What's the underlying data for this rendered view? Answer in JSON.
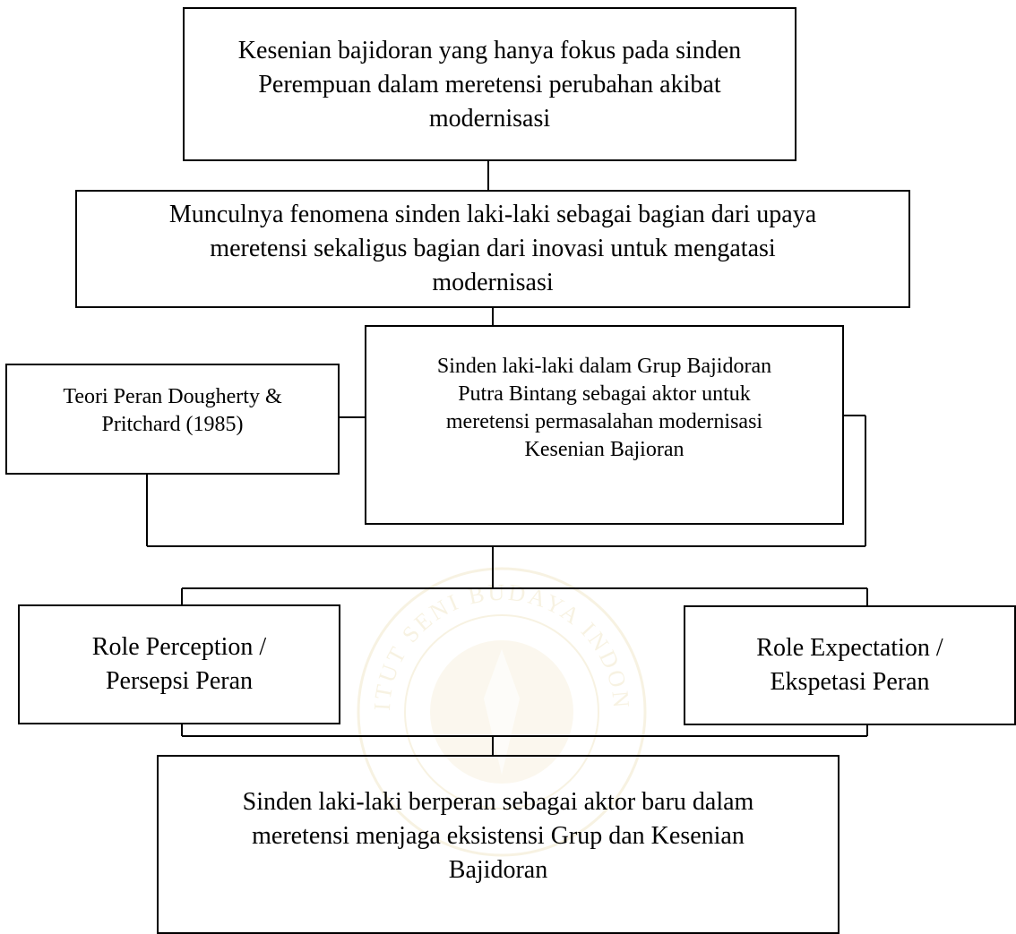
{
  "boxes": {
    "top": "Kesenian bajidoran yang hanya fokus pada sinden\nPerempuan dalam meretensi perubahan akibat\nmodernisasi",
    "second": "Munculnya fenomena sinden laki-laki sebagai bagian dari upaya\nmeretensi sekaligus  bagian dari  inovasi untuk mengatasi\nmodernisasi",
    "theory": "Teori Peran Dougherty &\nPritchard (1985)",
    "male_singer": "Sinden laki-laki dalam Grup Bajidoran\nPutra Bintang sebagai aktor untuk\nmeretensi permasalahan modernisasi\nKesenian Bajioran",
    "role_perception": "Role Perception /\nPersepsi Peran",
    "role_expectation": "Role Expectation /\nEkspetasi Peran",
    "result": "Sinden laki-laki berperan sebagai aktor baru dalam\nmeretensi  menjaga eksistensi Grup dan Kesenian\nBajidoran"
  },
  "watermark": {
    "ring_text": "INSTITUT SENI BUDAYA INDONESIA",
    "color": "#c9a227"
  },
  "colors": {
    "line": "#000000",
    "background": "#ffffff"
  }
}
